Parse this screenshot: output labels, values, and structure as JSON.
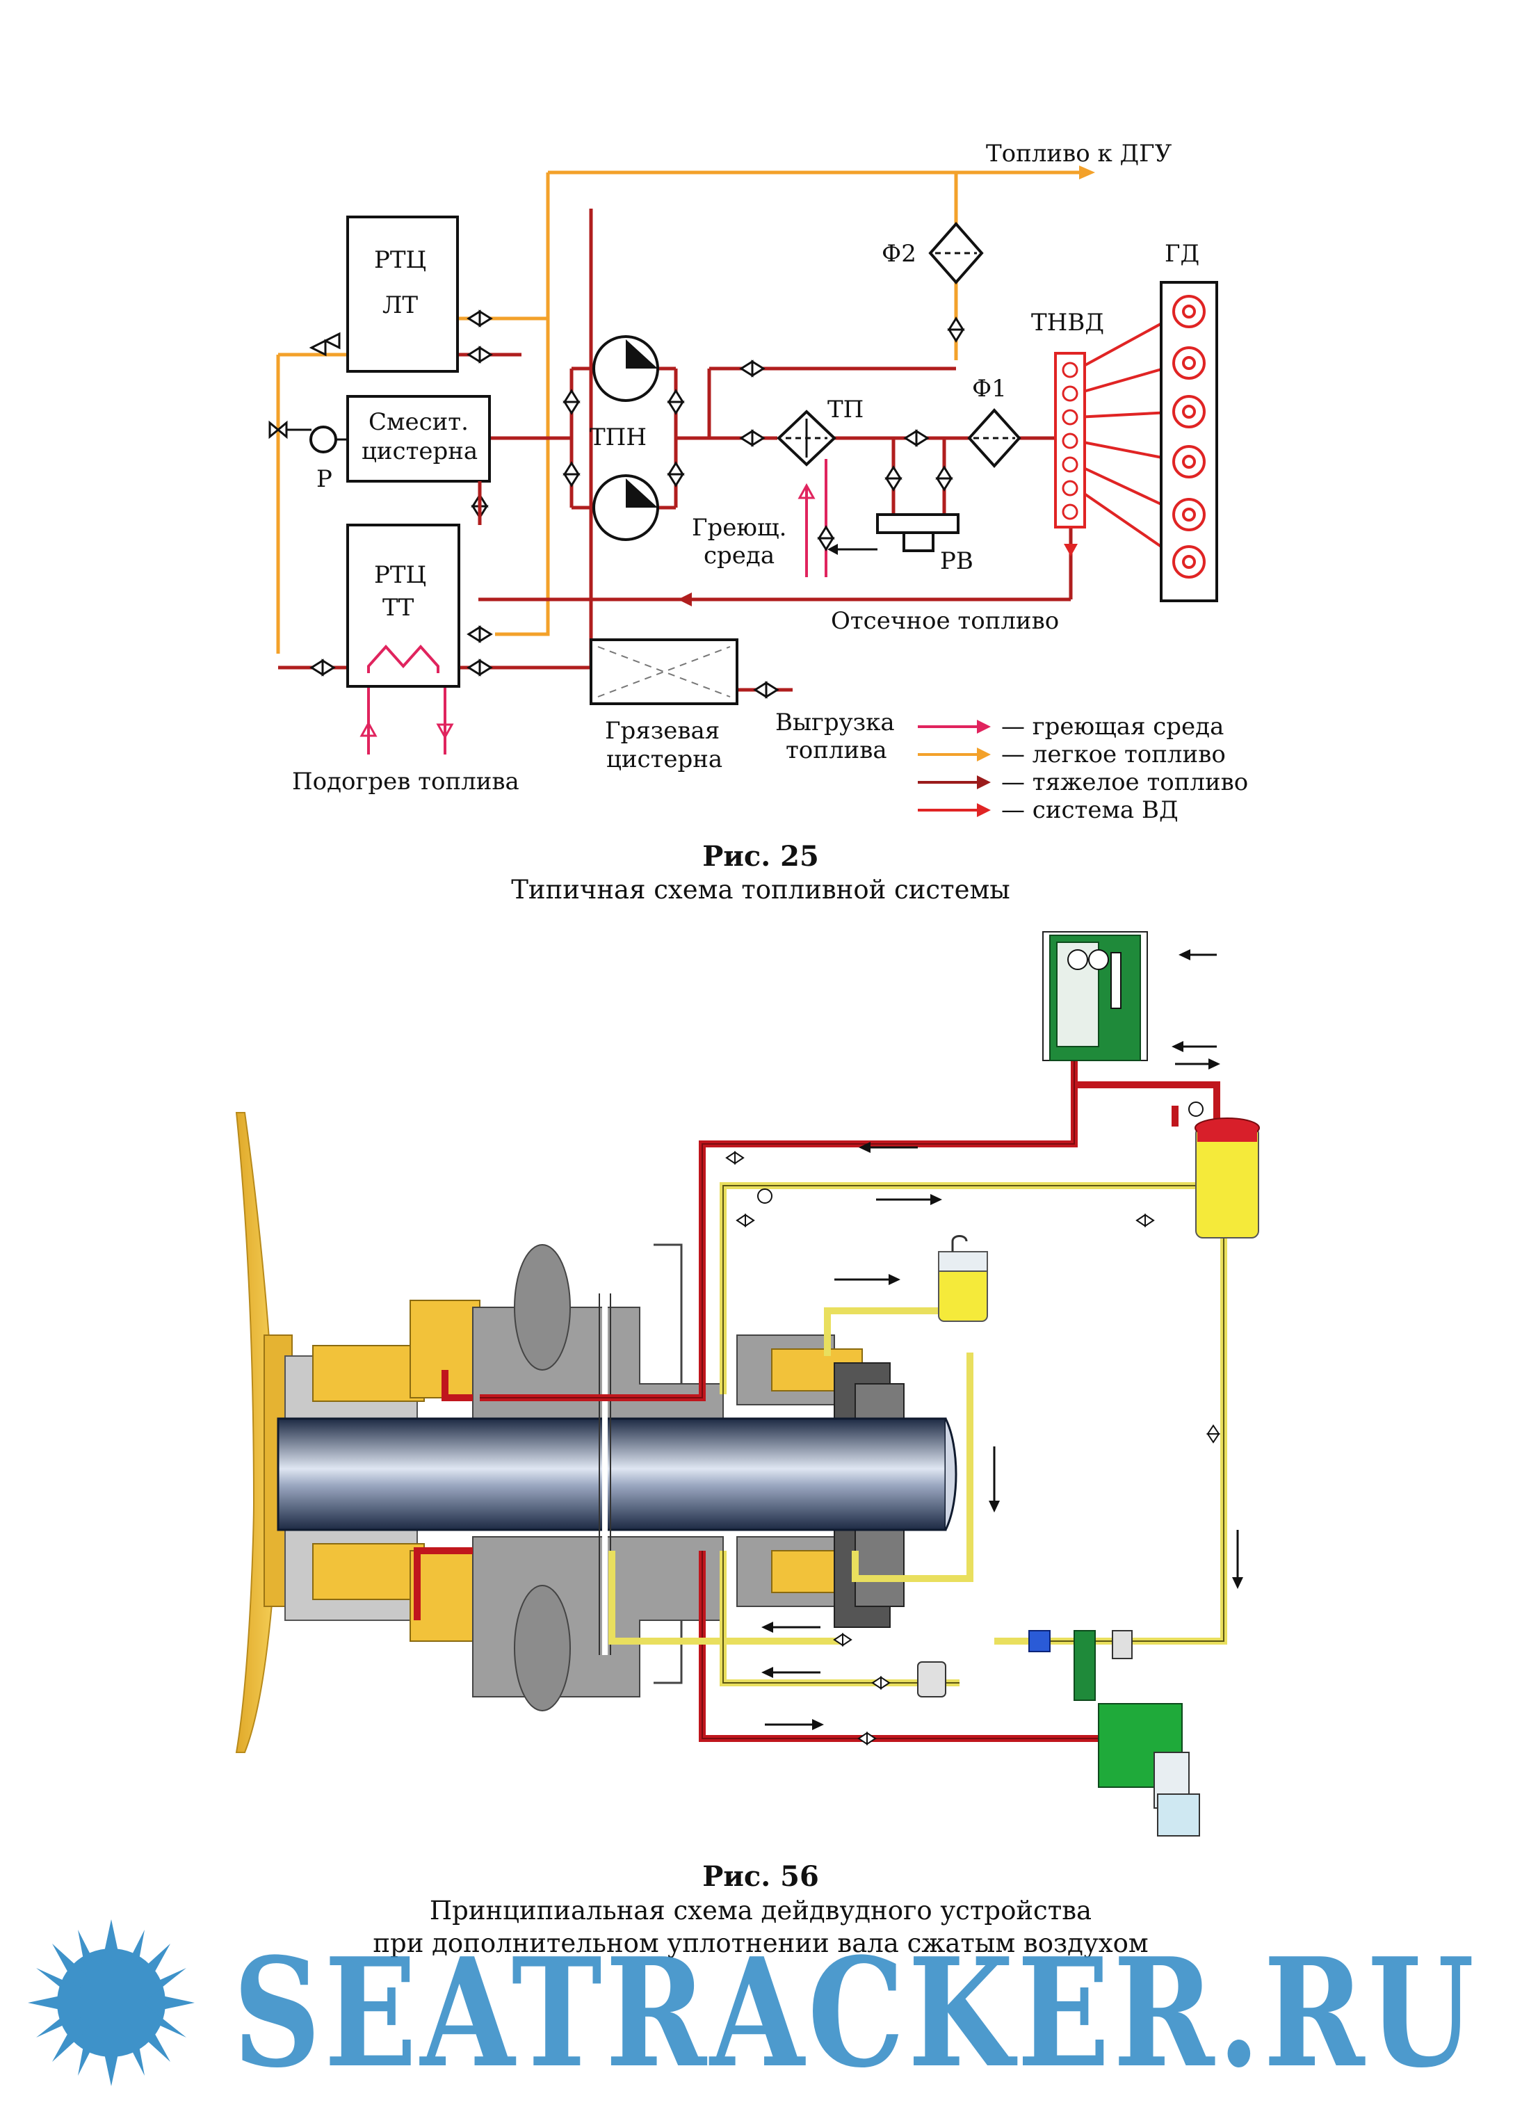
{
  "fig25": {
    "labels": {
      "fuel_to_dgu": "Топливо к ДГУ",
      "f2": "Ф2",
      "gd": "ГД",
      "rtc_lt_1": "РТЦ",
      "rtc_lt_2": "ЛТ",
      "tnvd": "ТНВД",
      "f1": "Ф1",
      "tp": "ТП",
      "mix_1": "Смесит.",
      "mix_2": "цистерна",
      "tpn": "ТПН",
      "p": "Р",
      "heat_1": "Греющ.",
      "heat_2": "среда",
      "rv": "РВ",
      "rtc_tt_1": "РТЦ",
      "rtc_tt_2": "ТТ",
      "cutoff": "Отсечное топливо",
      "dirty_1": "Грязевая",
      "dirty_2": "цистерна",
      "unload_1": "Выгрузка",
      "unload_2": "топлива",
      "preheat": "Подогрев  топлива"
    },
    "legend": [
      {
        "text": "— греющая среда",
        "color": "#e0245e"
      },
      {
        "text": "— легкое топливо",
        "color": "#f5a623"
      },
      {
        "text": "— тяжелое топливо",
        "color": "#9b1b1b"
      },
      {
        "text": "— система ВД",
        "color": "#e02424"
      }
    ],
    "caption_title": "Рис. 25",
    "caption_sub": "Типичная схема топливной системы"
  },
  "fig56": {
    "caption_title": "Рис. 56",
    "caption_sub_1": "Принципиальная схема дейдвудного устройства",
    "caption_sub_2": "при дополнительном уплотнении вала сжатым воздухом"
  },
  "watermark": "SEATRACKER.RU",
  "colors": {
    "heavy": "#b01e1e",
    "light": "#f3a12a",
    "heating": "#e0245e",
    "hp": "#e02424",
    "yellow_line": "#e6dc5a",
    "watermark": "#3e92c9"
  }
}
